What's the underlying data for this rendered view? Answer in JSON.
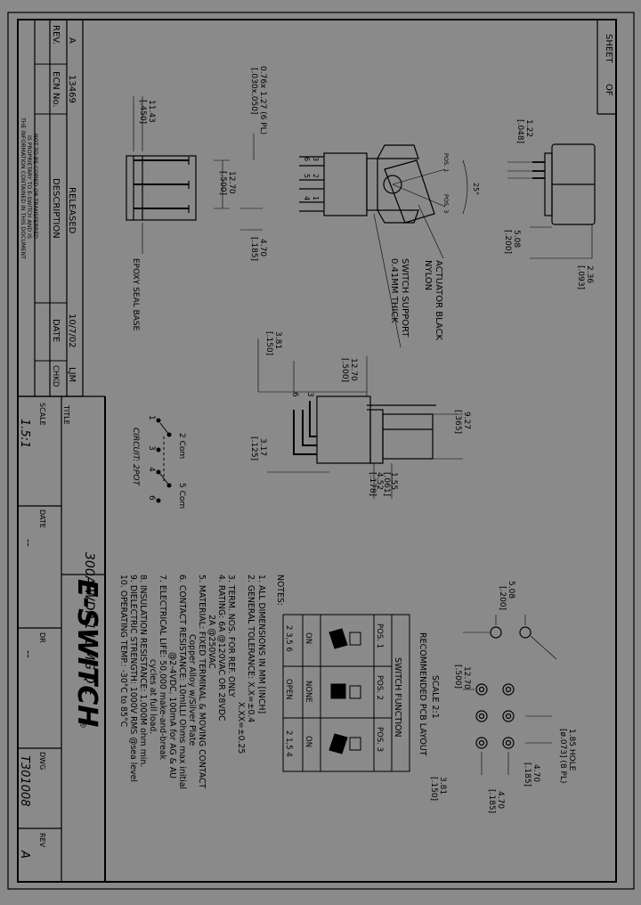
{
  "page": {
    "background": "#8a8a8a",
    "ink": "#000000"
  },
  "top_strip": {
    "sheet_label": "SHEET",
    "of_label": "OF"
  },
  "revision_block": {
    "rev_label": "REV.",
    "rev_value": "A",
    "ecn_label": "ECN No.",
    "ecn_value": "13469",
    "desc_label": "DESCRIPTION",
    "desc_value": "RELEASED",
    "date_label": "DATE",
    "date_value": "10/7/02",
    "chkd_label": "CHKD",
    "chkd_value": "LJM",
    "proprietary": [
      "THE INFORMATION CONTAINED IN THIS DOCUMENT",
      "IS PROPRIETARY TO E-SWITCH AND IS",
      "NOT TO BE COPIED OR TRANSFERRED"
    ]
  },
  "title_block": {
    "title_label": "TITLE",
    "title_value": "300A WDP 1 J1 MG Q E",
    "scale_label": "SCALE",
    "scale_value": "1.5:1",
    "date_label": "DATE",
    "date_value": "--",
    "dr_label": "DR",
    "dr_value": "--",
    "dwg_label": "DWG",
    "dwg_value": "T301008",
    "rev_label": "REV",
    "rev_value": "A",
    "logo": "E-SWITCH"
  },
  "side_view": {
    "dims": [
      "11.43",
      "[.450]",
      "0.76x 1.27 (6 PL)",
      "[.030x.050]",
      "12.70",
      "[.500]",
      "4.70",
      "[.185]"
    ],
    "pin_labels": [
      "6",
      "3",
      "5",
      "2",
      "4",
      "1"
    ],
    "epoxy_label": "EPOXY SEAL BASE"
  },
  "top_view": {
    "pos1_label": "POS. 1",
    "pos3_label": "POS. 3",
    "angle_label": "25°",
    "actuator_label": [
      "ACTUATOR BLACK",
      "NYLON"
    ],
    "support_label": [
      "SWITCH SUPPORT",
      "0.41MM THICK"
    ]
  },
  "end_view": {
    "dims": [
      "1.22",
      "[.048]",
      "5.08",
      "[.200]",
      "2.36",
      "[.093]"
    ]
  },
  "front_view": {
    "dims": [
      "3.81",
      "[.150]",
      "12.70",
      "[.500]",
      "3.17",
      "[.125]",
      "9.27",
      "[.365]",
      "1.55",
      "[.061]",
      "4.52",
      "[.178]"
    ],
    "pin_labels": [
      "6",
      "3"
    ]
  },
  "circuit": {
    "labels": [
      "2 Com",
      "5 Com",
      "1",
      "3",
      "4",
      "6"
    ],
    "caption": "CIRCUIT: 2POT"
  },
  "pcb_layout": {
    "heading": "RECOMMENDED PCB LAYOUT",
    "scale": "SCALE 2:1",
    "dims": [
      "5.08",
      "[.200]",
      "1.85 HOLE",
      "[ø.073] (8 PL)",
      "12.70",
      "[.500]",
      "3.81",
      "[.150]",
      "4.70",
      "[.185]",
      "4.70",
      "[.185]"
    ]
  },
  "switch_function": {
    "heading": "SWITCH FUNCTION",
    "columns": [
      {
        "pos": "POS. 1",
        "state": "ON",
        "pins": "2 3,5 6"
      },
      {
        "pos": "POS. 2",
        "state": "NONE",
        "pins": "OPEN"
      },
      {
        "pos": "POS. 3",
        "state": "ON",
        "pins": "2 1,5 4"
      }
    ]
  },
  "notes": {
    "heading": "NOTES:",
    "lines": [
      "1. ALL DIMENSIONS IN MM [INCH]",
      "2. GENERAL TOLERANCE: X.X=±0.4",
      "X.XX=±0.25",
      "3. TERM. NOS. FOR REF. ONLY",
      "4. RATING: 6A @120VAC OR 28VDC",
      "2A @250VAC",
      "5. MATERIAL: FIXED TERMINAL & MOVING CONTACT",
      "Copper Alloy w/Silver Plate",
      "6. CONTACT RESISTANCE: 10mILLI Ohms max initial",
      "@2-4VDC, 100mA for AG & AU",
      "7. ELECTRICAL LIFE: 50,000 make-and-break",
      "cycles at full load.",
      "8. INSULATION RESISTANCE: 1,000M ohm min.",
      "9. DIELECTRIC STRENGTH: 1000V RMS @sea level",
      "10. OPERATING TEMP.: -30°C to 85°C"
    ]
  }
}
